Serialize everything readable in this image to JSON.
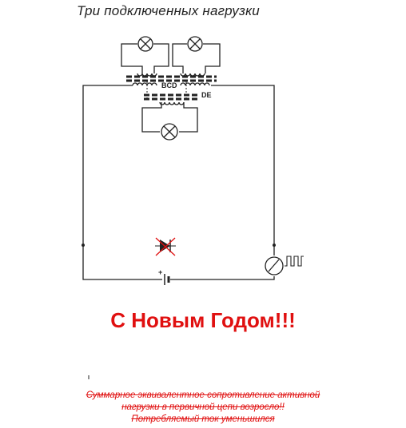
{
  "title": "Три подключенных нагрузки",
  "labels": {
    "bcd": "BCD",
    "de": "DE",
    "battery_plus": "+"
  },
  "greeting": "С Новым Годом!!!",
  "note": {
    "line1": "Суммарное эквивалентное сопротивление активной",
    "line2": "нагрузки в первичной цепи возросло!!",
    "line3": "Потребляемый ток уменьшился"
  },
  "colors": {
    "wire": "#222222",
    "accent": "#e01010"
  }
}
